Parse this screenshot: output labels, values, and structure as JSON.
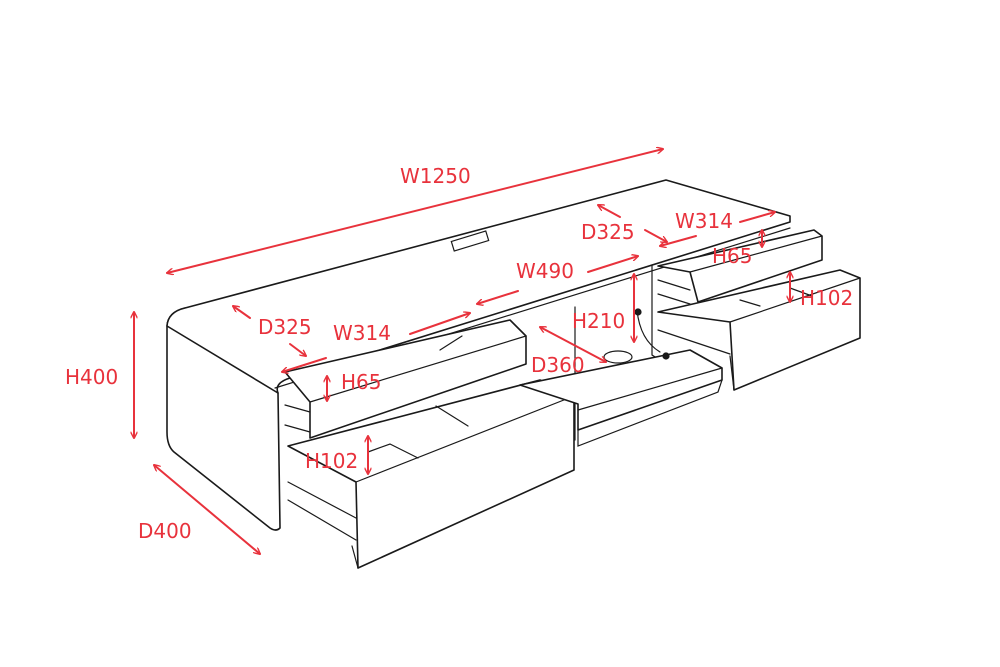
{
  "colors": {
    "dimension": "#e8323c",
    "outline": "#1a1a1a",
    "background": "#ffffff"
  },
  "dimensions": {
    "overall_width": "W1250",
    "overall_height": "H400",
    "overall_depth": "D400",
    "left_tray_depth": "D325",
    "left_tray_width": "W314",
    "left_tray_height": "H65",
    "left_drawer_height": "H102",
    "center_width": "W490",
    "center_height": "H210",
    "center_depth": "D360",
    "right_tray_depth": "D325",
    "right_tray_width": "W314",
    "right_tray_height": "H65",
    "right_drawer_height": "H102"
  }
}
